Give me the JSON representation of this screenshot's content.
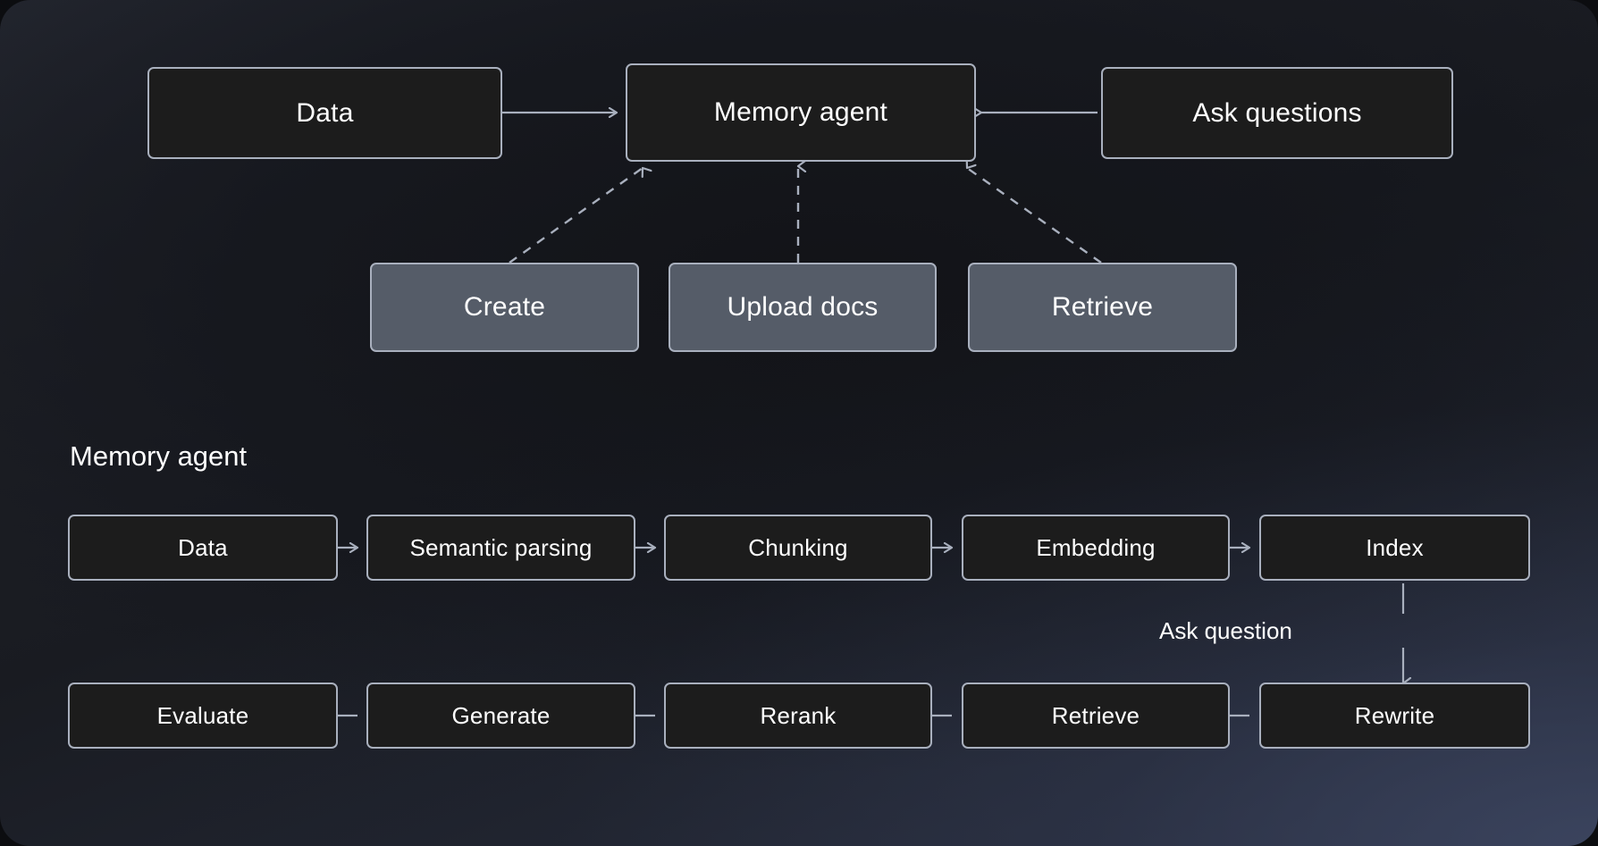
{
  "theme": {
    "box_fill_dark": "#1c1c1c",
    "box_fill_gray": "#555c68",
    "border_color": "#a9b0be",
    "text_color": "#ffffff",
    "edge_color": "#a9b0be",
    "background_dark": "#191b21",
    "background_accent": "#2b3145"
  },
  "overview": {
    "input_node": {
      "label": "Data"
    },
    "center_node": {
      "label": "Memory agent"
    },
    "question_node": {
      "label": "Ask questions"
    },
    "capabilities": [
      {
        "label": "Create"
      },
      {
        "label": "Upload docs"
      },
      {
        "label": "Retrieve"
      }
    ],
    "edges": [
      {
        "from": "Data",
        "to": "Memory agent",
        "style": "solid",
        "direction": "right"
      },
      {
        "from": "Ask questions",
        "to": "Memory agent",
        "style": "solid",
        "direction": "left"
      },
      {
        "from": "Create",
        "to": "Memory agent",
        "style": "dashed",
        "direction": "up-right"
      },
      {
        "from": "Upload docs",
        "to": "Memory agent",
        "style": "dashed",
        "direction": "up"
      },
      {
        "from": "Retrieve",
        "to": "Memory agent",
        "style": "dashed",
        "direction": "up-left"
      }
    ]
  },
  "detail": {
    "title": "Memory agent",
    "pipeline_top": [
      {
        "label": "Data"
      },
      {
        "label": "Semantic parsing"
      },
      {
        "label": "Chunking"
      },
      {
        "label": "Embedding"
      },
      {
        "label": "Index"
      }
    ],
    "connector_label": "Ask question",
    "pipeline_bottom": [
      {
        "label": "Evaluate"
      },
      {
        "label": "Generate"
      },
      {
        "label": "Rerank"
      },
      {
        "label": "Retrieve"
      },
      {
        "label": "Rewrite"
      }
    ]
  }
}
